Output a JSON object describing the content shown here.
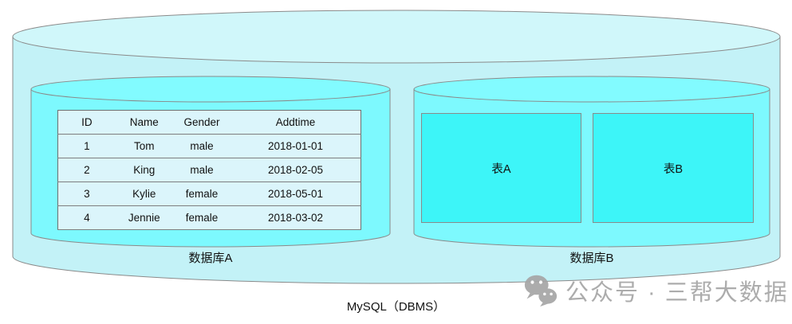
{
  "diagram": {
    "dbms": {
      "label": "MySQL（DBMS）"
    },
    "database_a": {
      "label": "数据库A",
      "table": {
        "headers": [
          "ID",
          "Name",
          "Gender",
          "Addtime"
        ],
        "rows": [
          [
            "1",
            "Tom",
            "male",
            "2018-01-01"
          ],
          [
            "2",
            "King",
            "male",
            "2018-02-05"
          ],
          [
            "3",
            "Kylie",
            "female",
            "2018-05-01"
          ],
          [
            "4",
            "Jennie",
            "female",
            "2018-03-02"
          ]
        ]
      }
    },
    "database_b": {
      "label": "数据库B",
      "tables": [
        {
          "label": "表A"
        },
        {
          "label": "表B"
        }
      ]
    }
  },
  "watermark": {
    "icon": "wechat-icon",
    "text": "公众号 · 三帮大数据"
  },
  "colors": {
    "outer-body": "#c3f2f7",
    "outer-top": "#d0f7fa",
    "inner-body": "#7df9fe",
    "inner-top": "#82fbff",
    "box-fill": "#3df5f8",
    "shape-stroke": "#8a8a8a",
    "table-bg": "#dbf5fb",
    "table-border": "#6f6f6f",
    "text": "#111111",
    "watermark": "#a6a6a6"
  }
}
